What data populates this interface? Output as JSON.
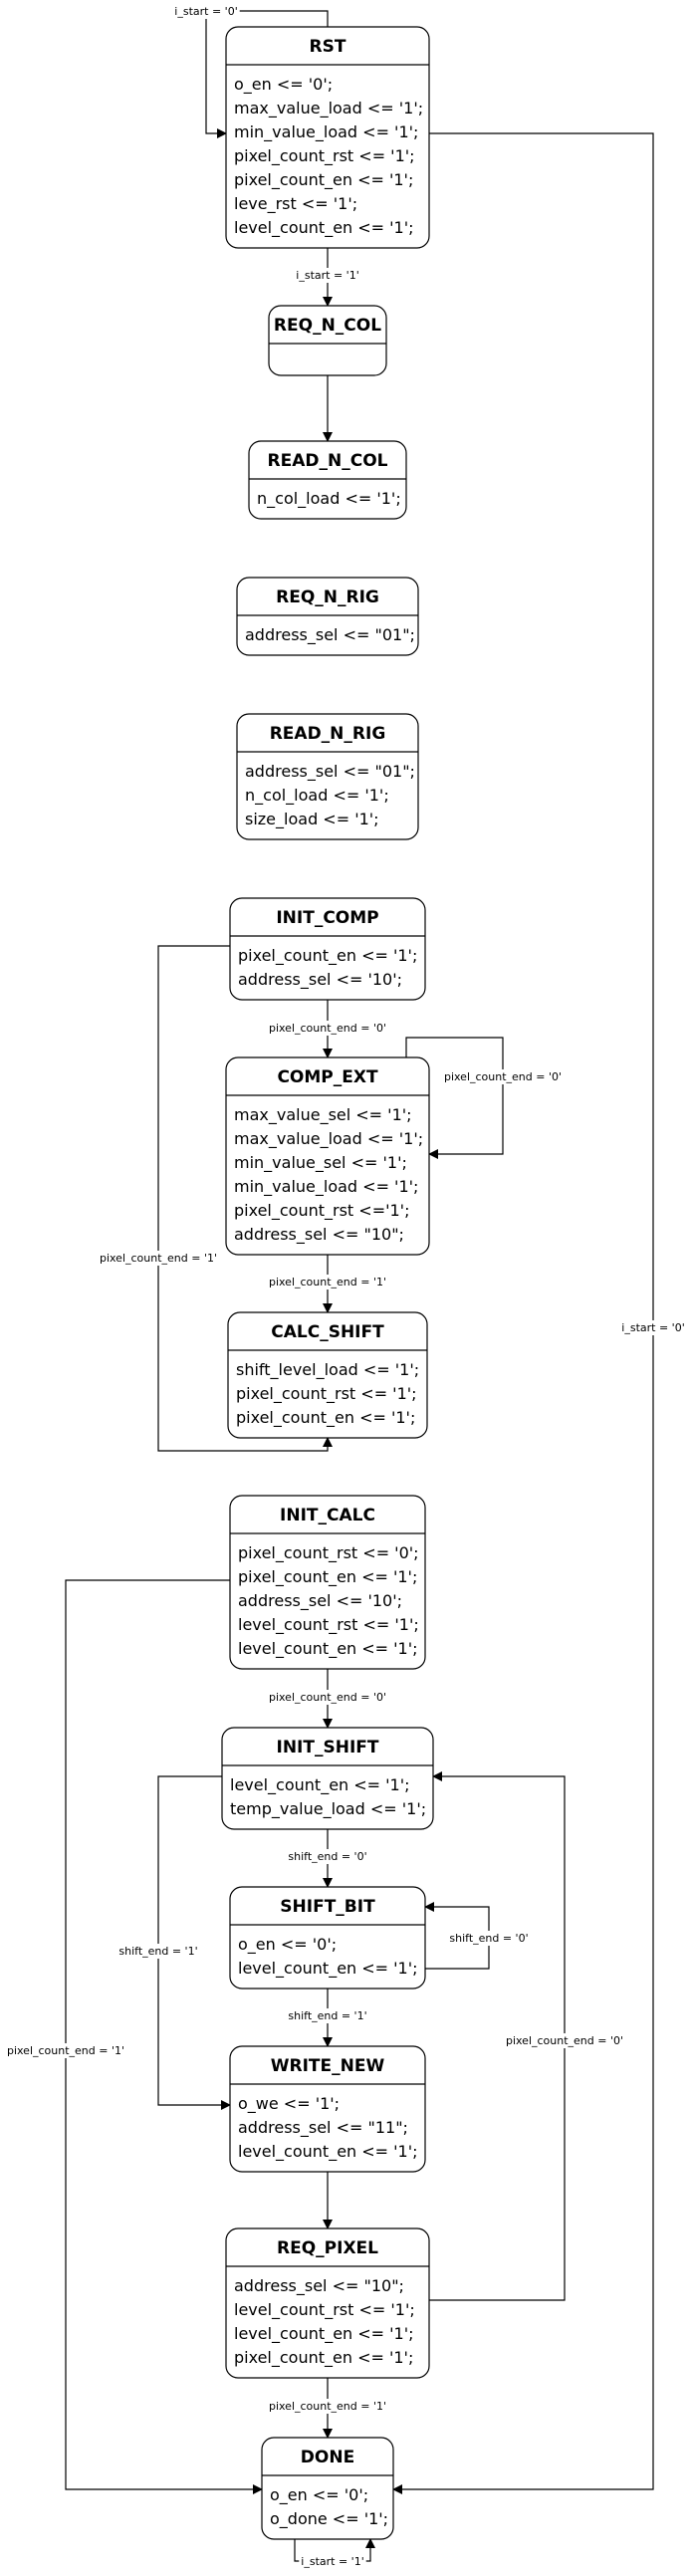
{
  "states": [
    {
      "id": "RST",
      "title": "RST",
      "actions": [
        "o_en <= '0';",
        "max_value_load <= '1';",
        "min_value_load <= '1';",
        "pixel_count_rst <= '1';",
        "pixel_count_en <= '1';",
        "leve_rst <= '1';",
        "level_count_en <= '1';"
      ]
    },
    {
      "id": "REQ_N_COL",
      "title": "REQ_N_COL",
      "actions": []
    },
    {
      "id": "READ_N_COL",
      "title": "READ_N_COL",
      "actions": [
        "n_col_load <= '1';"
      ]
    },
    {
      "id": "REQ_N_RIG",
      "title": "REQ_N_RIG",
      "actions": [
        "address_sel <= \"01\";"
      ]
    },
    {
      "id": "READ_N_RIG",
      "title": "READ_N_RIG",
      "actions": [
        "address_sel <= \"01\";",
        "n_col_load <= '1';",
        "size_load <= '1';"
      ]
    },
    {
      "id": "INIT_COMP",
      "title": "INIT_COMP",
      "actions": [
        "pixel_count_en <= '1';",
        "address_sel <= '10';"
      ]
    },
    {
      "id": "COMP_EXT",
      "title": "COMP_EXT",
      "actions": [
        "max_value_sel <= '1';",
        "max_value_load <= '1';",
        "min_value_sel <= '1';",
        "min_value_load <= '1';",
        "pixel_count_rst <='1';",
        "address_sel <= \"10\";"
      ]
    },
    {
      "id": "CALC_SHIFT",
      "title": "CALC_SHIFT",
      "actions": [
        "shift_level_load <= '1';",
        "pixel_count_rst <= '1';",
        "pixel_count_en <= '1';"
      ]
    },
    {
      "id": "INIT_CALC",
      "title": "INIT_CALC",
      "actions": [
        "pixel_count_rst <= '0';",
        "pixel_count_en <= '1';",
        "address_sel <= '10';",
        "level_count_rst <= '1';",
        "level_count_en <= '1';"
      ]
    },
    {
      "id": "INIT_SHIFT",
      "title": "INIT_SHIFT",
      "actions": [
        "level_count_en <= '1';",
        "temp_value_load <= '1';"
      ]
    },
    {
      "id": "SHIFT_BIT",
      "title": "SHIFT_BIT",
      "actions": [
        "o_en <= '0';",
        "level_count_en <= '1';"
      ]
    },
    {
      "id": "WRITE_NEW",
      "title": "WRITE_NEW",
      "actions": [
        "o_we <= '1';",
        "address_sel <= \"11\";",
        "level_count_en <= '1';"
      ]
    },
    {
      "id": "REQ_PIXEL",
      "title": "REQ_PIXEL",
      "actions": [
        "address_sel <= \"10\";",
        "level_count_rst <= '1';",
        "level_count_en <= '1';",
        "pixel_count_en <= '1';"
      ]
    },
    {
      "id": "DONE",
      "title": "DONE",
      "actions": [
        "o_en <= '0';",
        "o_done <= '1';"
      ]
    }
  ],
  "transitions": [
    {
      "id": "rst-self",
      "label": "i_start = '0'"
    },
    {
      "id": "rst-to-req-n-col",
      "label": "i_start = '1'"
    },
    {
      "id": "req-n-col-to-read-n-col",
      "label": ""
    },
    {
      "id": "rst-to-done",
      "label": "i_start = '0'"
    },
    {
      "id": "init-comp-to-comp-ext",
      "label": "pixel_count_end = '0'"
    },
    {
      "id": "comp-ext-self",
      "label": "pixel_count_end = '0'"
    },
    {
      "id": "comp-ext-to-calc-shift",
      "label": "pixel_count_end = '1'"
    },
    {
      "id": "init-comp-to-calc-shift",
      "label": "pixel_count_end = '1'"
    },
    {
      "id": "init-calc-to-init-shift",
      "label": "pixel_count_end = '0'"
    },
    {
      "id": "init-calc-to-done",
      "label": "pixel_count_end = '1'"
    },
    {
      "id": "init-shift-to-shift-bit",
      "label": "shift_end = '0'"
    },
    {
      "id": "init-shift-to-write-new",
      "label": "shift_end = '1'"
    },
    {
      "id": "shift-bit-self",
      "label": "shift_end = '0'"
    },
    {
      "id": "shift-bit-to-write-new",
      "label": "shift_end = '1'"
    },
    {
      "id": "write-new-to-req-pixel",
      "label": ""
    },
    {
      "id": "req-pixel-to-init-shift",
      "label": "pixel_count_end = '0'"
    },
    {
      "id": "req-pixel-to-done",
      "label": "pixel_count_end = '1'"
    },
    {
      "id": "done-self",
      "label": "i_start = '1'"
    }
  ]
}
